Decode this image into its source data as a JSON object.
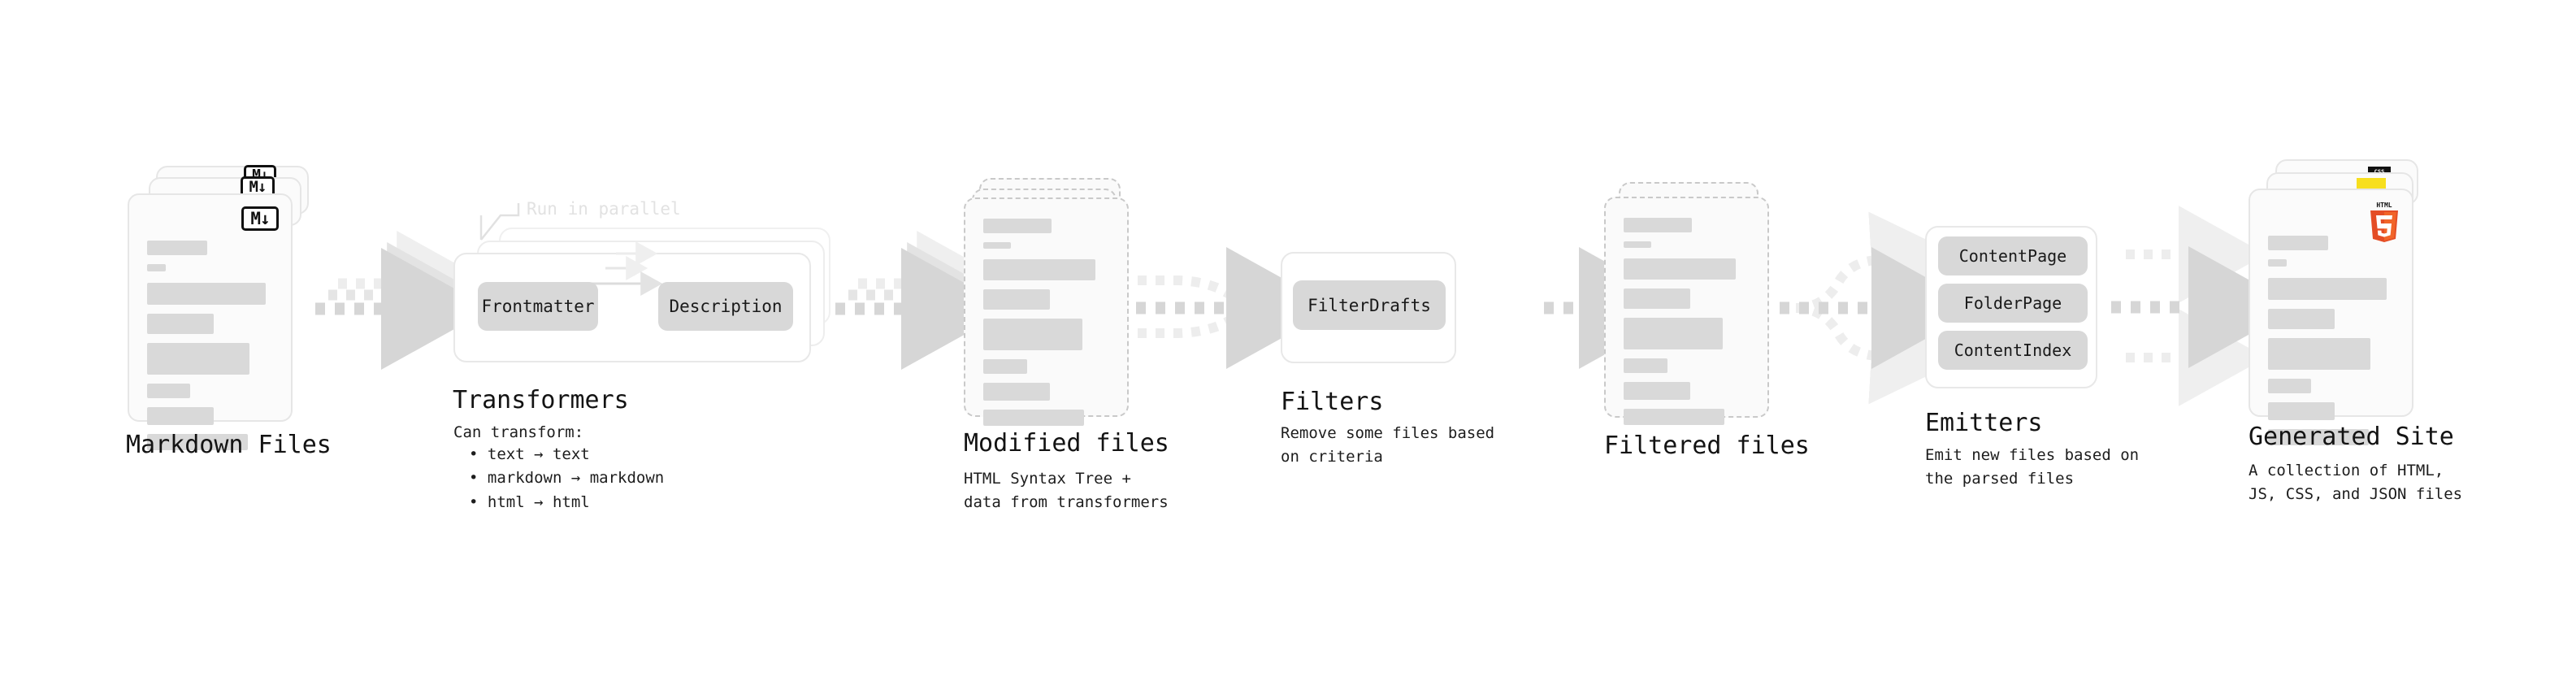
{
  "diagram": {
    "title": "Quartz build pipeline",
    "colors": {
      "bar": "#d9d9d9",
      "pill": "#d8d8d8",
      "arrow_strong": "#d6d6d6",
      "arrow_faint": "#ededed",
      "card_border": "#e6e6e6",
      "dashed_border": "#c9c9c9",
      "html5_orange": "#e44d26",
      "js_yellow": "#f7df1e",
      "css_blue": "#264de4",
      "text": "#131313"
    },
    "stages": [
      {
        "id": "markdown-files",
        "label": "Markdown Files",
        "description": "",
        "icon": "markdown-icon",
        "icon_text": "M↓",
        "kind": "documents"
      },
      {
        "id": "transformers",
        "label": "Transformers",
        "description": "Can transform:",
        "annotation": "Run in parallel",
        "kind": "process",
        "bullets": [
          "• text → text",
          "• markdown → markdown",
          "• html → html"
        ],
        "pills": [
          "Frontmatter",
          "Description"
        ]
      },
      {
        "id": "modified-files",
        "label": "Modified files",
        "description": "HTML Syntax Tree +\ndata from transformers",
        "kind": "documents-dashed"
      },
      {
        "id": "filters",
        "label": "Filters",
        "description": "Remove some files based\non criteria",
        "kind": "process",
        "pills": [
          "FilterDrafts"
        ]
      },
      {
        "id": "filtered-files",
        "label": "Filtered files",
        "description": "",
        "kind": "documents-dashed"
      },
      {
        "id": "emitters",
        "label": "Emitters",
        "description": "Emit new files based on\nthe parsed files",
        "kind": "process",
        "pills": [
          "ContentPage",
          "FolderPage",
          "ContentIndex"
        ]
      },
      {
        "id": "generated-site",
        "label": "Generated Site",
        "description": "A collection of HTML,\nJS, CSS, and JSON files",
        "kind": "documents",
        "icons": [
          "html5-icon",
          "js-icon",
          "css-icon"
        ],
        "icon_text": "HTML"
      }
    ],
    "connectors": [
      {
        "id": "md-to-transformers",
        "style": "stacked-dashed-arrow"
      },
      {
        "id": "transformers-to-modified",
        "style": "stacked-dashed-arrow"
      },
      {
        "id": "modified-to-filters",
        "style": "fan-in-dashed-arrow"
      },
      {
        "id": "filters-to-filtered",
        "style": "dashed-arrow"
      },
      {
        "id": "filtered-to-emitters",
        "style": "fan-out-dashed-arrow"
      },
      {
        "id": "emitters-to-site",
        "style": "triple-dashed-arrow"
      }
    ]
  }
}
